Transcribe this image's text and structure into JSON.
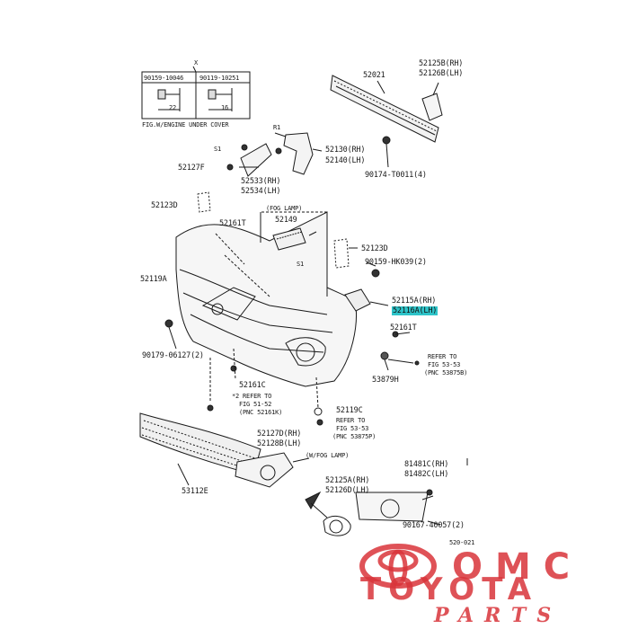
{
  "inset": {
    "col1": "90159-10046",
    "col2": "90119-10251",
    "mark": "X",
    "dim1": "22",
    "dim2": "16",
    "caption": "FIG.W/ENGINE UNDER COVER"
  },
  "labels": {
    "p52021": "52021",
    "p52125B": "52125B(RH)",
    "p52126B": "52126B(LH)",
    "r1": "R1",
    "s1a": "S1",
    "p52130": "52130(RH)",
    "p52140": "52140(LH)",
    "p52127F": "52127F",
    "p52533": "52533(RH)",
    "p52534": "52534(LH)",
    "p90174": "90174-T0011(4)",
    "p52123D_top": "52123D",
    "p52161T_a": "52161T",
    "p52149": "52149",
    "lamp_note": "(FOG LAMP)",
    "p52123D_r": "52123D",
    "p90159_hk": "90159-HK039(2)",
    "s1b": "S1",
    "p52119A": "52119A",
    "p52115A": "52115A(RH)",
    "p52116A": "52116A(LH)",
    "p52161T_b": "52161T",
    "p90179": "90179-06127(2)",
    "refer1a": "REFER TO",
    "refer1b": "FIG 53-53",
    "refer1c": "(PNC 53875B)",
    "p52161C": "52161C",
    "refer2a": "*2 REFER TO",
    "refer2b": "FIG 51-52",
    "refer2c": "(PNC 52161K)",
    "p53879H": "53879H",
    "p52119C": "52119C",
    "refer3a": "REFER TO",
    "refer3b": "FIG 53-53",
    "refer3c": "(PNC 53875P)",
    "p52127D": "52127D(RH)",
    "p52128B": "52128B(LH)",
    "fog_lamp": "(W/FOG LAMP)",
    "p53112E": "53112E",
    "p81481C": "81481C(RH)",
    "p81482C": "81482C(LH)",
    "p52125A": "52125A(RH)",
    "p52126D": "52126D(LH)",
    "p90167": "90167-40057(2)",
    "fig_no": "520-021"
  },
  "logo": {
    "line1": "OMC",
    "line2": "TOYOTA",
    "line3": "PARTS"
  },
  "colors": {
    "highlight": "#2ec4c9",
    "logo_red": "#d9343a",
    "line": "#1a1a1a"
  }
}
